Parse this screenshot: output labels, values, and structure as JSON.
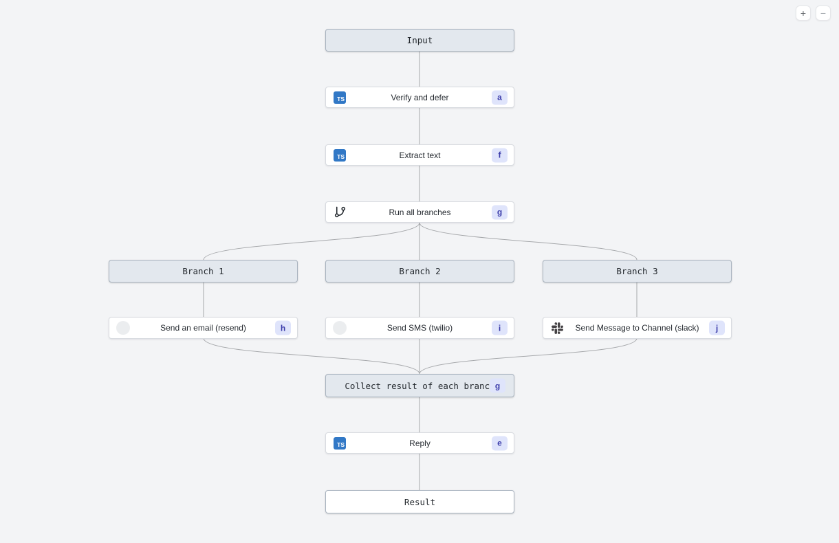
{
  "canvas": {
    "background": "#f3f4f6",
    "edge_color": "#a6a8ab"
  },
  "controls": {
    "zoom_in_label": "+",
    "zoom_out_label": "−"
  },
  "colors": {
    "frame_fill": "#e3e8ee",
    "frame_border": "#a9b3bf",
    "node_fill": "#ffffff",
    "badge_background": "#dfe4fb",
    "badge_text": "#3b3caa",
    "typescript_blue": "#3178c6",
    "slack_icon": "#454245"
  },
  "nodes": {
    "input": {
      "label": "Input",
      "type": "frame"
    },
    "verify": {
      "label": "Verify and defer",
      "badge": "a",
      "icon": "typescript-icon",
      "icon_text": "TS"
    },
    "extract": {
      "label": "Extract text",
      "badge": "f",
      "icon": "typescript-icon",
      "icon_text": "TS"
    },
    "runall": {
      "label": "Run all branches",
      "badge": "g",
      "icon": "git-branch-icon"
    },
    "branch1": {
      "label": "Branch 1",
      "type": "frame"
    },
    "branch2": {
      "label": "Branch 2",
      "type": "frame"
    },
    "branch3": {
      "label": "Branch 3",
      "type": "frame"
    },
    "send_email": {
      "label": "Send an email (resend)",
      "badge": "h",
      "icon": "resend-icon"
    },
    "send_sms": {
      "label": "Send SMS (twilio)",
      "badge": "i",
      "icon": "twilio-icon"
    },
    "send_slack": {
      "label": "Send Message to Channel (slack)",
      "badge": "j",
      "icon": "slack-icon"
    },
    "collect": {
      "label": "Collect result of each branch",
      "badge": "g",
      "type": "frame"
    },
    "reply": {
      "label": "Reply",
      "badge": "e",
      "icon": "typescript-icon",
      "icon_text": "TS"
    },
    "result": {
      "label": "Result",
      "type": "frame-white"
    }
  }
}
